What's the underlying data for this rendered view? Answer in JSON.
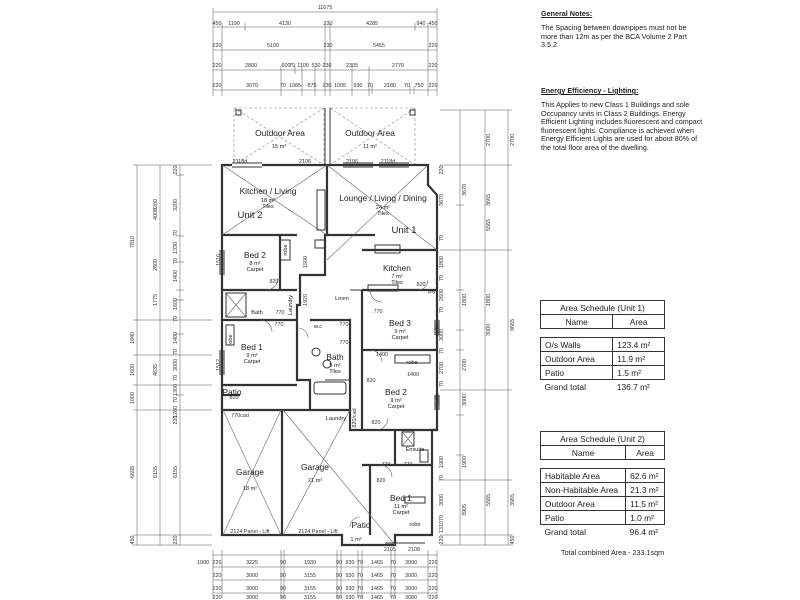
{
  "dims_top": {
    "row1": [
      "11675"
    ],
    "row2": [
      "450",
      "1190",
      "4130",
      "230",
      "4285",
      "940",
      "450"
    ],
    "row3": [
      "220",
      "5100",
      "230",
      "5455",
      "220"
    ],
    "row4": [
      "220",
      "2800",
      "600",
      "70",
      "1100",
      "530",
      "230",
      "2305",
      "2770",
      "220"
    ],
    "row5": [
      "220",
      "3070",
      "70",
      "1085",
      "875",
      "230",
      "1005",
      "930",
      "70",
      "2180",
      "70",
      "750",
      "220"
    ]
  },
  "dims_bottom": {
    "row1": [
      "1000",
      "220",
      "3225",
      "90",
      "1930",
      "90",
      "930",
      "70",
      "1465",
      "70",
      "3000",
      "220"
    ],
    "row2": [
      "220",
      "3000",
      "90",
      "3155",
      "90",
      "930",
      "70",
      "1465",
      "70",
      "3000",
      "220"
    ],
    "row3": [
      "220",
      "3000",
      "90",
      "3155",
      "90",
      "930",
      "70",
      "1465",
      "70",
      "3000",
      "220"
    ],
    "row4": [
      "220",
      "3000",
      "90",
      "3155",
      "90",
      "930",
      "70",
      "1465",
      "70",
      "3080",
      "220"
    ]
  },
  "dims_left": {
    "outer": [
      "7810",
      "1840",
      "1600",
      "1000",
      "6695",
      "450"
    ],
    "mid": [
      "3200",
      "4000",
      "2800",
      "1775",
      "4635",
      "6155"
    ],
    "inner": [
      "220",
      "3200",
      "70",
      "1330",
      "70",
      "1400",
      "1600",
      "70",
      "1400",
      "70",
      "3000",
      "70",
      "1300",
      "1530",
      "70",
      "1280",
      "220",
      "6155",
      "220"
    ]
  },
  "dims_right": {
    "outer": [
      "2700",
      "2700",
      "5565",
      "9665",
      "3965",
      "450"
    ],
    "mid": [
      "3670",
      "3665",
      "1800",
      "1800",
      "3000",
      "3000",
      "2700",
      "1900",
      "5565",
      "3905"
    ],
    "inner": [
      "220",
      "3670",
      "70",
      "1800",
      "70",
      "2600",
      "70",
      "3000",
      "70",
      "2700",
      "70",
      "1900",
      "70",
      "3000",
      "70",
      "1310",
      "220"
    ]
  },
  "rooms": {
    "outdoor_u2": {
      "name": "Outdoor Area",
      "area": "15 m²"
    },
    "outdoor_u1": {
      "name": "Outdoor Area",
      "area": "11 m²"
    },
    "kitchen_living": {
      "name": "Kitchen / Living",
      "area": "18 m²",
      "finish": "Tiles"
    },
    "unit2": "Unit 2",
    "lounge": {
      "name": "Lounge / Living / Dining",
      "area": "24 m²",
      "finish": "Tiles"
    },
    "unit1": "Unit 1",
    "bed2_u2": {
      "name": "Bed 2",
      "area": "8 m²",
      "finish": "Carpet"
    },
    "kitchen_u1": {
      "name": "Kitchen",
      "area": "7 m²",
      "finish": "Tiles"
    },
    "bed3": {
      "name": "Bed 3",
      "area": "9 m²",
      "finish": "Carpet"
    },
    "bath_u2": "Bath",
    "bed1_u2": {
      "name": "Bed 1",
      "area": "9 m²",
      "finish": "Carpet"
    },
    "bath_u1": {
      "name": "Bath",
      "area": "5 m²",
      "finish": "Tiles"
    },
    "patio_u2": "Patio",
    "bed2_u1": {
      "name": "Bed 2",
      "area": "9 m²",
      "finish": "Carpet"
    },
    "garage_u2": {
      "name": "Garage",
      "area": "18 m²"
    },
    "garage_u1": {
      "name": "Garage",
      "area": "21 m²"
    },
    "ensuite": "Ensuite",
    "bed1_u1": {
      "name": "Bed 1",
      "area": "11 m²",
      "finish": "Carpet"
    },
    "patio_u1": {
      "name": "Patio",
      "area": "1 m²"
    },
    "laundry_u2": "Laundry",
    "laundry_u1": "Laundry",
    "linen": "Linen",
    "robe": "robe",
    "pty": "pty",
    "wc": "w.c",
    "patio_small_area": "1 m²"
  },
  "labels": {
    "w2118a": "2118d",
    "w2108a": "2106",
    "w2108b": "2106",
    "w2118b": "2118d",
    "d820": "820",
    "d770": "770",
    "d1400": "1400",
    "d1920": "1920",
    "d1500": "1500",
    "d1516": "1516",
    "d1512": "1512",
    "d770cad": "770cad",
    "d8201": "820/cad",
    "w2124a": "2124 Panel - Lift",
    "w2124b": "2124 Panel - Lift",
    "w2105": "2105",
    "w2108c": "2108"
  },
  "notes": {
    "general_title": "General Notes:",
    "general_body": "The Spacing between downpipes must not be more than 12m as per the BCA Volume 2 Part 3.5.2",
    "energy_title": "Energy Efficiency - Lighting:",
    "energy_body": "This Applies to new Class 1 Buildings and sole Occupancy units in Class 2 Buildings. Energy Efficient Lighting includes fluorescent and compact fluorescent lights. Compliance is achieved when Energy Efficient Lights are used for about 80% of the total floor area of the dwelling."
  },
  "schedule_unit1": {
    "title": "Area Schedule (Unit 1)",
    "col_name": "Name",
    "col_area": "Area",
    "rows": [
      {
        "name": "O/s Walls",
        "area": "123.4 m²"
      },
      {
        "name": "Outdoor Area",
        "area": "11.9 m²"
      },
      {
        "name": "Patio",
        "area": "1.5 m²"
      }
    ],
    "total_label": "Grand total",
    "total_value": "136.7 m²"
  },
  "schedule_unit2": {
    "title": "Area Schedule (Unit 2)",
    "col_name": "Name",
    "col_area": "Area",
    "rows": [
      {
        "name": "Habitable Area",
        "area": "62.6 m²"
      },
      {
        "name": "Non-Habitable Area",
        "area": "21.3 m²"
      },
      {
        "name": "Outdoor Area",
        "area": "11.5 m²"
      },
      {
        "name": "Patio",
        "area": "1.0 m²"
      }
    ],
    "total_label": "Grand total",
    "total_value": "96.4 m²"
  },
  "total_combined": "Total combined Area - 233.1sqm"
}
